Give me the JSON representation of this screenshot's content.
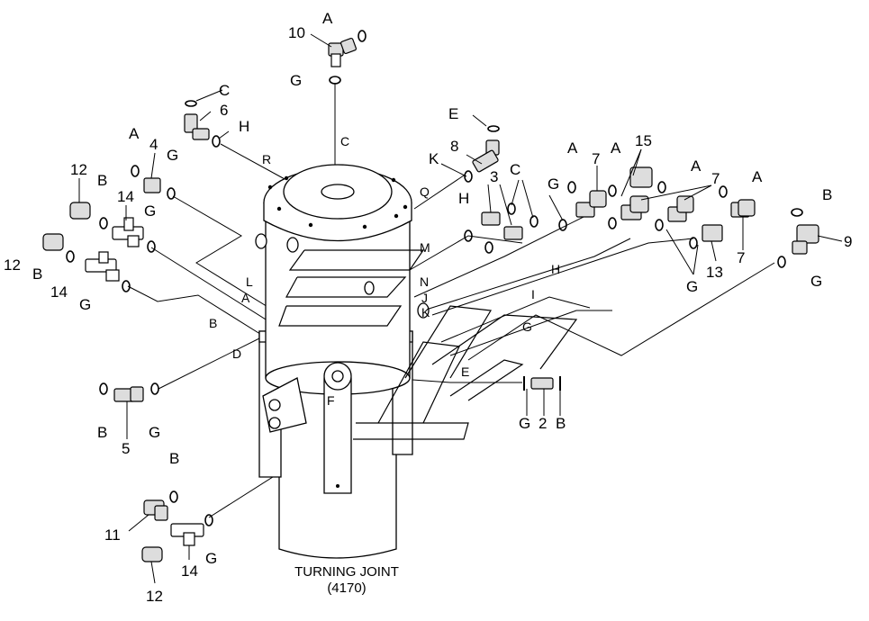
{
  "caption": {
    "line1": "TURNING JOINT",
    "line2": "(4170)"
  },
  "callouts": {
    "p10": "10",
    "p6": "6",
    "p4": "4",
    "p12a": "12",
    "p12b": "12",
    "p12c": "12",
    "p14a": "14",
    "p14b": "14",
    "p14c": "14",
    "p8": "8",
    "p3": "3",
    "p7a": "7",
    "p7b": "7",
    "p7c": "7",
    "p15": "15",
    "p13": "13",
    "p9": "9",
    "p5": "5",
    "p11": "11",
    "p2": "2"
  },
  "seals": {
    "A_top": "A",
    "G_top": "G",
    "C_top": "C",
    "H_top": "H",
    "A_4": "A",
    "G_4": "G",
    "B_12": "B",
    "G_14": "G",
    "B_12b": "B",
    "G_14b": "G",
    "E_8": "E",
    "K_8": "K",
    "C_3": "C",
    "H_3": "H",
    "G_3": "G",
    "A_7a": "A",
    "A_7b": "A",
    "A_15": "A",
    "A_7c": "A",
    "B_9": "B",
    "G_9": "G",
    "G_13": "G",
    "B_5": "B",
    "G_5": "G",
    "B_11": "B",
    "G_11": "G",
    "G_2": "G",
    "B_2": "B"
  },
  "routes": {
    "C": "C",
    "R": "R",
    "Q": "Q",
    "M": "M",
    "L": "L",
    "A": "A",
    "N": "N",
    "J": "J",
    "K": "K",
    "B": "B",
    "D": "D",
    "F": "F",
    "H": "H",
    "I": "I",
    "G": "G",
    "E": "E"
  }
}
